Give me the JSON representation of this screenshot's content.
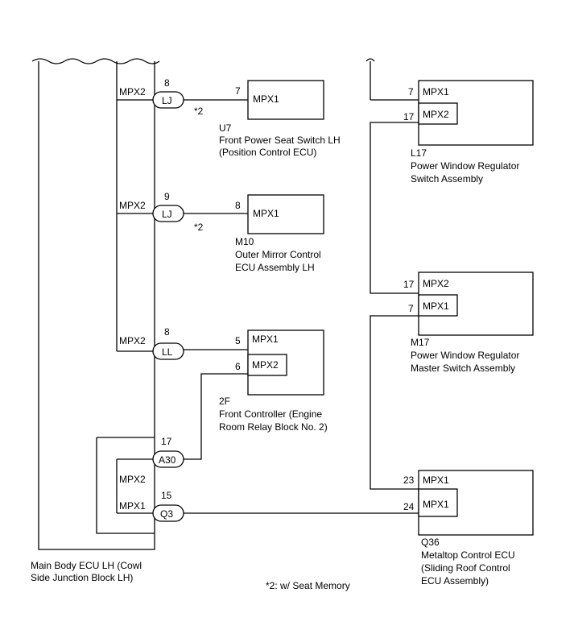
{
  "main_ecu": {
    "labels": [
      "Main Body ECU LH (Cowl",
      "Side Junction Block LH)"
    ]
  },
  "rows": [
    {
      "conn": "LJ",
      "pin": "8",
      "mpx": "MPX2",
      "target_pin": "7",
      "target_mpx": "MPX1",
      "note": "*2",
      "target_code": "U7",
      "target_desc": [
        "Front Power Seat Switch LH",
        "(Position Control ECU)"
      ]
    },
    {
      "conn": "LJ",
      "pin": "9",
      "mpx": "MPX2",
      "target_pin": "8",
      "target_mpx": "MPX1",
      "note": "*2",
      "target_code": "M10",
      "target_desc": [
        "Outer Mirror Control",
        "ECU Assembly LH"
      ]
    },
    {
      "conn": "LL",
      "pin": "8",
      "mpx": "MPX2",
      "target_pin": "5",
      "target_mpx": "MPX1",
      "target_pin2": "6",
      "target_mpx2": "MPX2",
      "target_code": "2F",
      "target_desc": [
        "Front Controller (Engine",
        "Room Relay Block No. 2)"
      ]
    }
  ],
  "a30": {
    "conn": "A30",
    "pin": "17",
    "mpx": "MPX2"
  },
  "q3": {
    "conn": "Q3",
    "pin": "15",
    "mpx": "MPX1"
  },
  "right_modules": [
    {
      "code": "L17",
      "desc": [
        "Power Window Regulator",
        "Switch Assembly"
      ],
      "pins": [
        {
          "pin": "7",
          "label": "MPX1"
        },
        {
          "pin": "17",
          "label": "MPX2"
        }
      ]
    },
    {
      "code": "M17",
      "desc": [
        "Power Window Regulator",
        "Master Switch Assembly"
      ],
      "pins": [
        {
          "pin": "17",
          "label": "MPX2"
        },
        {
          "pin": "7",
          "label": "MPX1"
        }
      ]
    },
    {
      "code": "Q36",
      "desc": [
        "Metaltop Control ECU",
        "(Sliding Roof Control",
        "ECU Assembly)"
      ],
      "pins": [
        {
          "pin": "23",
          "label": "MPX1"
        },
        {
          "pin": "24",
          "label": "MPX1"
        }
      ]
    }
  ],
  "footnote": "*2: w/ Seat Memory"
}
